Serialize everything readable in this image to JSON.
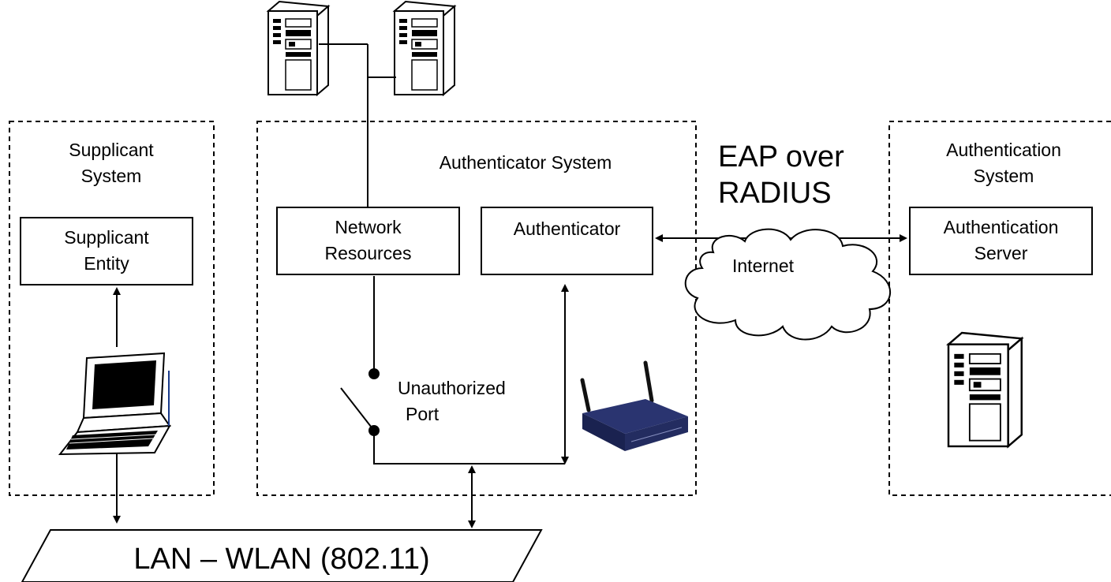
{
  "supplicant_system": {
    "label_line1": "Supplicant",
    "label_line2": "System"
  },
  "supplicant_entity": {
    "label_line1": "Supplicant",
    "label_line2": "Entity"
  },
  "authenticator_system": {
    "label": "Authenticator System"
  },
  "network_resources": {
    "label_line1": "Network",
    "label_line2": "Resources"
  },
  "authenticator": {
    "label": "Authenticator"
  },
  "unauthorized_port": {
    "label_line1": "Unauthorized",
    "label_line2": "Port"
  },
  "eap_over_radius": {
    "label_line1": "EAP over",
    "label_line2": "RADIUS"
  },
  "internet": {
    "label": "Internet"
  },
  "authentication_system": {
    "label_line1": "Authentication",
    "label_line2": "System"
  },
  "authentication_server": {
    "label_line1": "Authentication",
    "label_line2": "Server"
  },
  "lan": {
    "label": "LAN – WLAN (802.11)"
  },
  "icons": [
    "server-icon",
    "laptop-icon",
    "wireless-router-icon",
    "cloud-icon"
  ]
}
